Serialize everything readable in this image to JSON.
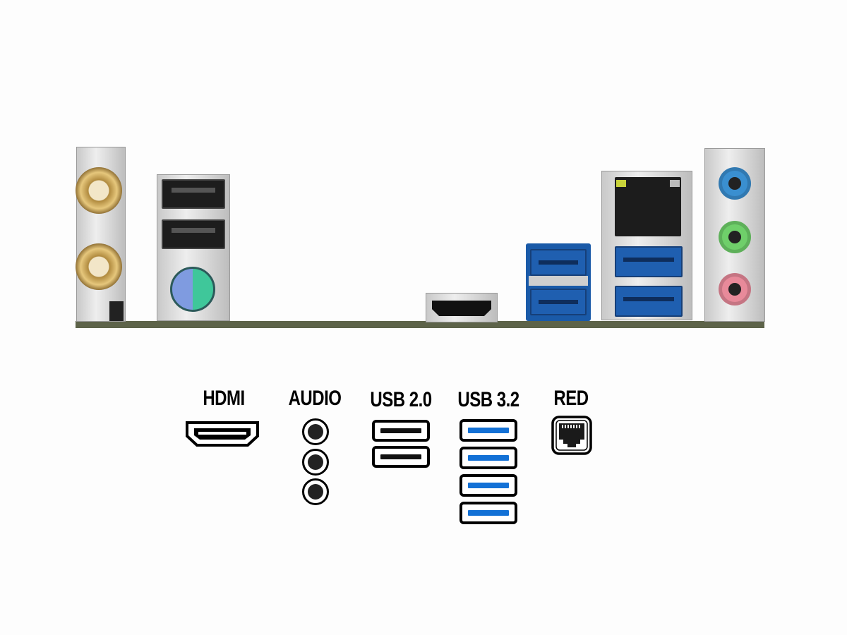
{
  "legend": {
    "hdmi": "HDMI",
    "audio": "AUDIO",
    "usb20": "USB 2.0",
    "usb32": "USB 3.2",
    "lan": "RED"
  },
  "colors": {
    "usb3_blue": "#1371d6",
    "audio_line_in": "#3a8fd0",
    "audio_line_out": "#6fcf6a",
    "audio_mic": "#e88a9a",
    "board": "#5d6349"
  }
}
